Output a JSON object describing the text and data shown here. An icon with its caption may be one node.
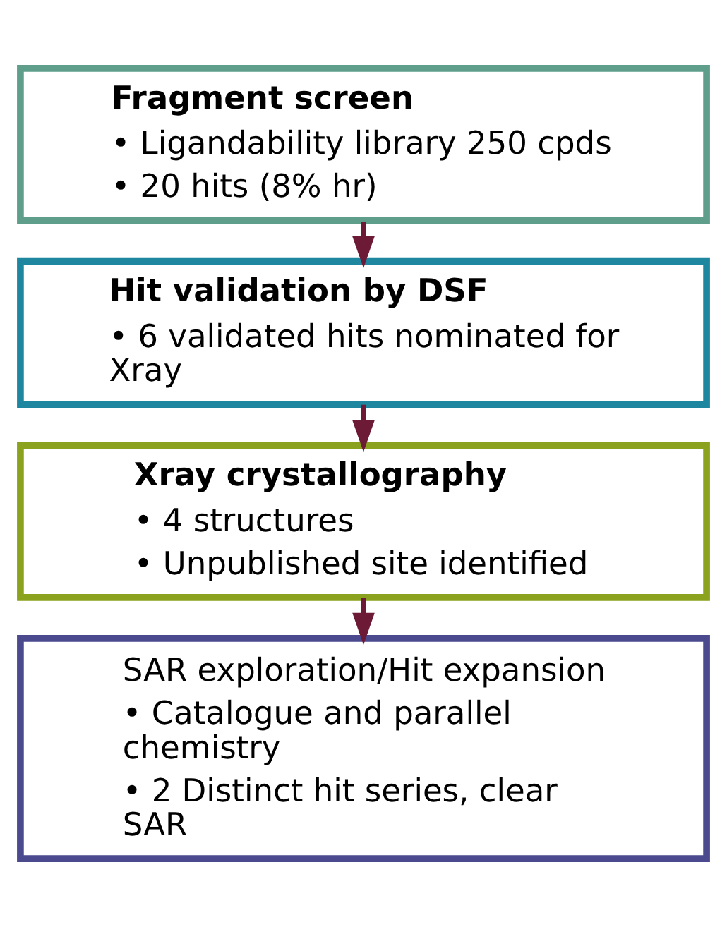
{
  "diagram": {
    "nodes": [
      {
        "text": [
          "Fragment screen",
          "• Ligandability library 250 cpds",
          "• 20 hits (8% hr)"
        ]
      },
      {
        "text": [
          "Hit validation by DSF",
          "• 6 validated hits nominated for Xray"
        ]
      },
      {
        "text": [
          "Xray crystallography",
          "• 4 structures",
          "• Unpublished site identified"
        ]
      },
      {
        "text": [
          "SAR exploration/Hit expansion",
          "• Catalogue and parallel chemistry",
          "• 2 Distinct hit series, clear SAR"
        ]
      }
    ],
    "edges": [
      {
        "from": 0,
        "to": 1,
        "arrow": "to"
      },
      {
        "from": 1,
        "to": 2,
        "arrow": "to"
      },
      {
        "from": 2,
        "to": 3,
        "arrow": "to"
      }
    ]
  }
}
